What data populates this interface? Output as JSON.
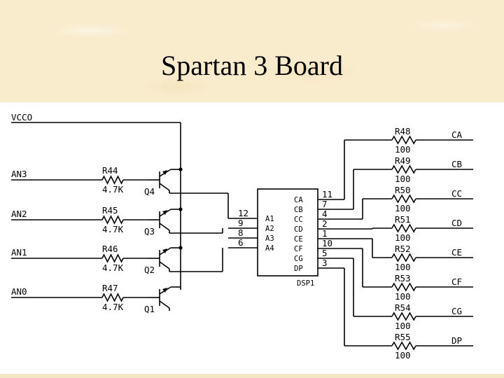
{
  "slide": {
    "title": "Spartan 3 Board"
  },
  "schematic": {
    "power_net": "VCCO",
    "digit_drivers": [
      {
        "net": "AN3",
        "resistor": "R44",
        "value": "4.7K",
        "transistor": "Q4"
      },
      {
        "net": "AN2",
        "resistor": "R45",
        "value": "4.7K",
        "transistor": "Q3"
      },
      {
        "net": "AN1",
        "resistor": "R46",
        "value": "4.7K",
        "transistor": "Q2"
      },
      {
        "net": "AN0",
        "resistor": "R47",
        "value": "4.7K",
        "transistor": "Q1"
      }
    ],
    "display": {
      "ref": "DSP1",
      "anode_pins": [
        {
          "pin": "12",
          "name": "A1"
        },
        {
          "pin": "9",
          "name": "A2"
        },
        {
          "pin": "8",
          "name": "A3"
        },
        {
          "pin": "6",
          "name": "A4"
        }
      ],
      "segment_pins": [
        {
          "name": "CA",
          "pin": "11"
        },
        {
          "name": "CB",
          "pin": "7"
        },
        {
          "name": "CC",
          "pin": "4"
        },
        {
          "name": "CD",
          "pin": "2"
        },
        {
          "name": "CE",
          "pin": "1"
        },
        {
          "name": "CF",
          "pin": "10"
        },
        {
          "name": "CG",
          "pin": "5"
        },
        {
          "name": "DP",
          "pin": "3"
        }
      ]
    },
    "segment_resistors": [
      {
        "ref": "R48",
        "value": "100",
        "net": "CA"
      },
      {
        "ref": "R49",
        "value": "100",
        "net": "CB"
      },
      {
        "ref": "R50",
        "value": "100",
        "net": "CC"
      },
      {
        "ref": "R51",
        "value": "100",
        "net": "CD"
      },
      {
        "ref": "R52",
        "value": "100",
        "net": "CE"
      },
      {
        "ref": "R53",
        "value": "100",
        "net": "CF"
      },
      {
        "ref": "R54",
        "value": "100",
        "net": "CG"
      },
      {
        "ref": "R55",
        "value": "100",
        "net": "DP"
      }
    ]
  }
}
